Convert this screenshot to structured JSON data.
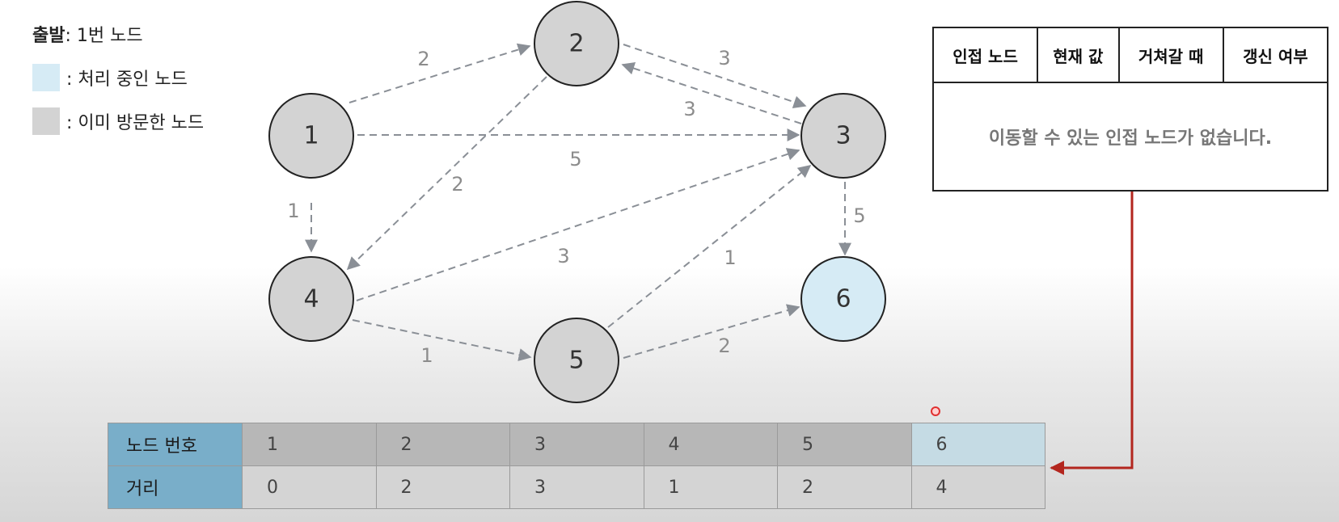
{
  "legend": {
    "start_label": "출발",
    "start_value": ": 1번 노드",
    "processing": ": 처리 중인 노드",
    "visited": ": 이미 방문한 노드"
  },
  "colors": {
    "processing": "#d6ebf5",
    "visited": "#d3d3d3",
    "table_header": "#79aec9",
    "arrow_red": "#b3261e",
    "edge_gray": "#8a8f96"
  },
  "graph": {
    "nodes": [
      {
        "id": "1",
        "state": "visited"
      },
      {
        "id": "2",
        "state": "visited"
      },
      {
        "id": "3",
        "state": "visited"
      },
      {
        "id": "4",
        "state": "visited"
      },
      {
        "id": "5",
        "state": "visited"
      },
      {
        "id": "6",
        "state": "processing"
      }
    ],
    "edges": [
      {
        "from": "1",
        "to": "2",
        "weight": "2"
      },
      {
        "from": "1",
        "to": "3",
        "weight": "5"
      },
      {
        "from": "1",
        "to": "4",
        "weight": "1"
      },
      {
        "from": "2",
        "to": "3",
        "weight": "3"
      },
      {
        "from": "3",
        "to": "2",
        "weight": "3"
      },
      {
        "from": "2",
        "to": "4",
        "weight": "2"
      },
      {
        "from": "3",
        "to": "6",
        "weight": "5"
      },
      {
        "from": "4",
        "to": "3",
        "weight": "3"
      },
      {
        "from": "4",
        "to": "5",
        "weight": "1"
      },
      {
        "from": "5",
        "to": "3",
        "weight": "1"
      },
      {
        "from": "5",
        "to": "6",
        "weight": "2"
      }
    ]
  },
  "info_table": {
    "headers": [
      "인접 노드",
      "현재 값",
      "거쳐갈 때",
      "갱신 여부"
    ],
    "message": "이동할 수 있는 인접 노드가 없습니다."
  },
  "distance_table": {
    "row1_label": "노드 번호",
    "row2_label": "거리",
    "nodes": [
      "1",
      "2",
      "3",
      "4",
      "5",
      "6"
    ],
    "distances": [
      "0",
      "2",
      "3",
      "1",
      "2",
      "4"
    ],
    "current_node": "6"
  }
}
